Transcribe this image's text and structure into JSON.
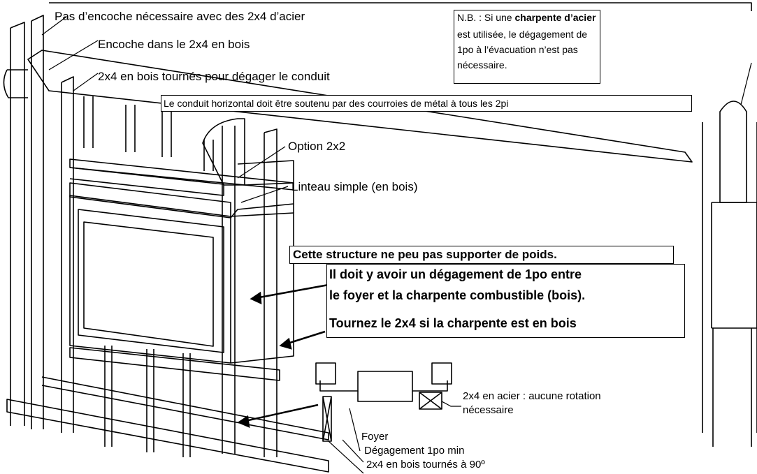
{
  "labels": {
    "no_notch_steel": "Pas d’encoche nécessaire avec des 2x4 d’acier",
    "notch_wood": "Encoche dans le 2x4 en bois",
    "wood_turned": "2x4 en bois tournés pour dégager le conduit",
    "horizontal_support": "Le conduit horizontal doit être soutenu par des courroies de métal à tous les 2pi",
    "option_2x2": "Option 2x2",
    "header_simple": "Linteau simple (en bois)",
    "no_weight": "Cette structure ne peu pas supporter de poids.",
    "clearance_line1": "Il doit y avoir un dégagement de 1po entre",
    "clearance_line2": "le foyer et la charpente combustible (bois).",
    "turn_2x4": "Tournez le 2x4 si la charpente est en bois",
    "steel_no_rotation_1": "2x4 en acier : aucune rotation",
    "steel_no_rotation_2": "nécessaire",
    "foyer": "Foyer",
    "min_clearance": "Dégagement 1po min",
    "wood_turned_90": "2x4 en bois tournés à 90º"
  },
  "note": {
    "nb_prefix": "N.B. : Si une ",
    "nb_bold": "charpente d’acier",
    "nb_line2": "est utilisée, le dégagement de",
    "nb_line3": "1po à l’évacuation n’est pas",
    "nb_line4": "nécessaire."
  },
  "colors": {
    "line": "#000000",
    "background": "#ffffff"
  }
}
